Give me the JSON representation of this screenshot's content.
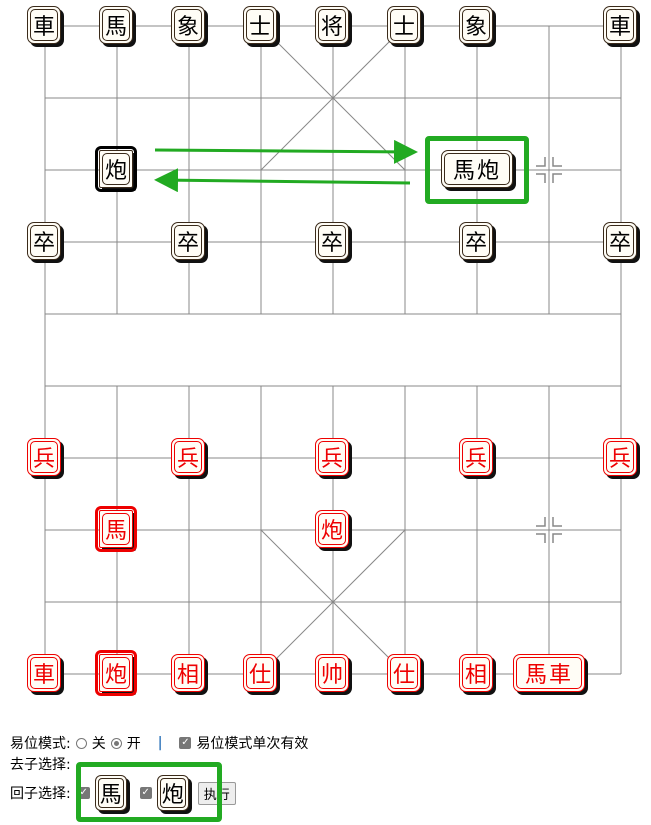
{
  "board": {
    "line_color": "#888888",
    "highlight_color": "#22aa22",
    "pieces": [
      {
        "text": "車",
        "side": "black",
        "col": 0,
        "row": 0
      },
      {
        "text": "馬",
        "side": "black",
        "col": 1,
        "row": 0
      },
      {
        "text": "象",
        "side": "black",
        "col": 2,
        "row": 0
      },
      {
        "text": "士",
        "side": "black",
        "col": 3,
        "row": 0
      },
      {
        "text": "将",
        "side": "black",
        "col": 4,
        "row": 0
      },
      {
        "text": "士",
        "side": "black",
        "col": 5,
        "row": 0
      },
      {
        "text": "象",
        "side": "black",
        "col": 6,
        "row": 0
      },
      {
        "text": "車",
        "side": "black",
        "col": 8,
        "row": 0
      },
      {
        "text": "炮",
        "side": "black",
        "col": 1,
        "row": 2,
        "selected": true
      },
      {
        "text": "馬炮",
        "side": "black",
        "col": 6,
        "row": 2,
        "stacked": true,
        "highlighted": true
      },
      {
        "text": "卒",
        "side": "black",
        "col": 0,
        "row": 3
      },
      {
        "text": "卒",
        "side": "black",
        "col": 2,
        "row": 3
      },
      {
        "text": "卒",
        "side": "black",
        "col": 4,
        "row": 3
      },
      {
        "text": "卒",
        "side": "black",
        "col": 6,
        "row": 3
      },
      {
        "text": "卒",
        "side": "black",
        "col": 8,
        "row": 3
      },
      {
        "text": "兵",
        "side": "red",
        "col": 0,
        "row": 6
      },
      {
        "text": "兵",
        "side": "red",
        "col": 2,
        "row": 6
      },
      {
        "text": "兵",
        "side": "red",
        "col": 4,
        "row": 6
      },
      {
        "text": "兵",
        "side": "red",
        "col": 6,
        "row": 6
      },
      {
        "text": "兵",
        "side": "red",
        "col": 8,
        "row": 6
      },
      {
        "text": "馬",
        "side": "red",
        "col": 1,
        "row": 7,
        "selected": true
      },
      {
        "text": "炮",
        "side": "red",
        "col": 4,
        "row": 7
      },
      {
        "text": "車",
        "side": "red",
        "col": 0,
        "row": 9
      },
      {
        "text": "炮",
        "side": "red",
        "col": 1,
        "row": 9,
        "selected": true
      },
      {
        "text": "相",
        "side": "red",
        "col": 2,
        "row": 9
      },
      {
        "text": "仕",
        "side": "red",
        "col": 3,
        "row": 9
      },
      {
        "text": "帅",
        "side": "red",
        "col": 4,
        "row": 9
      },
      {
        "text": "仕",
        "side": "red",
        "col": 5,
        "row": 9
      },
      {
        "text": "相",
        "side": "red",
        "col": 6,
        "row": 9
      },
      {
        "text": "馬車",
        "side": "red",
        "col": 7,
        "row": 9,
        "stacked": true
      }
    ],
    "markers": [
      {
        "col": 7,
        "row": 2
      },
      {
        "col": 7,
        "row": 7
      }
    ],
    "arrows": [
      {
        "from": {
          "col": 1,
          "row": 2
        },
        "to": {
          "col": 6,
          "row": 2
        },
        "direction": "right"
      },
      {
        "from": {
          "col": 6,
          "row": 2
        },
        "to": {
          "col": 1,
          "row": 2
        },
        "direction": "left"
      }
    ]
  },
  "controls": {
    "swap_mode_label": "易位模式:",
    "off_label": "关",
    "on_label": "开",
    "selected_mode": "开",
    "separator": "|",
    "single_use_label": "易位模式单次有效",
    "single_use_checked": true,
    "remove_select_label": "去子选择:",
    "return_select_label": "回子选择:",
    "return_pieces": [
      {
        "text": "馬",
        "checked": true
      },
      {
        "text": "炮",
        "checked": true
      }
    ],
    "execute_label": "执行"
  }
}
